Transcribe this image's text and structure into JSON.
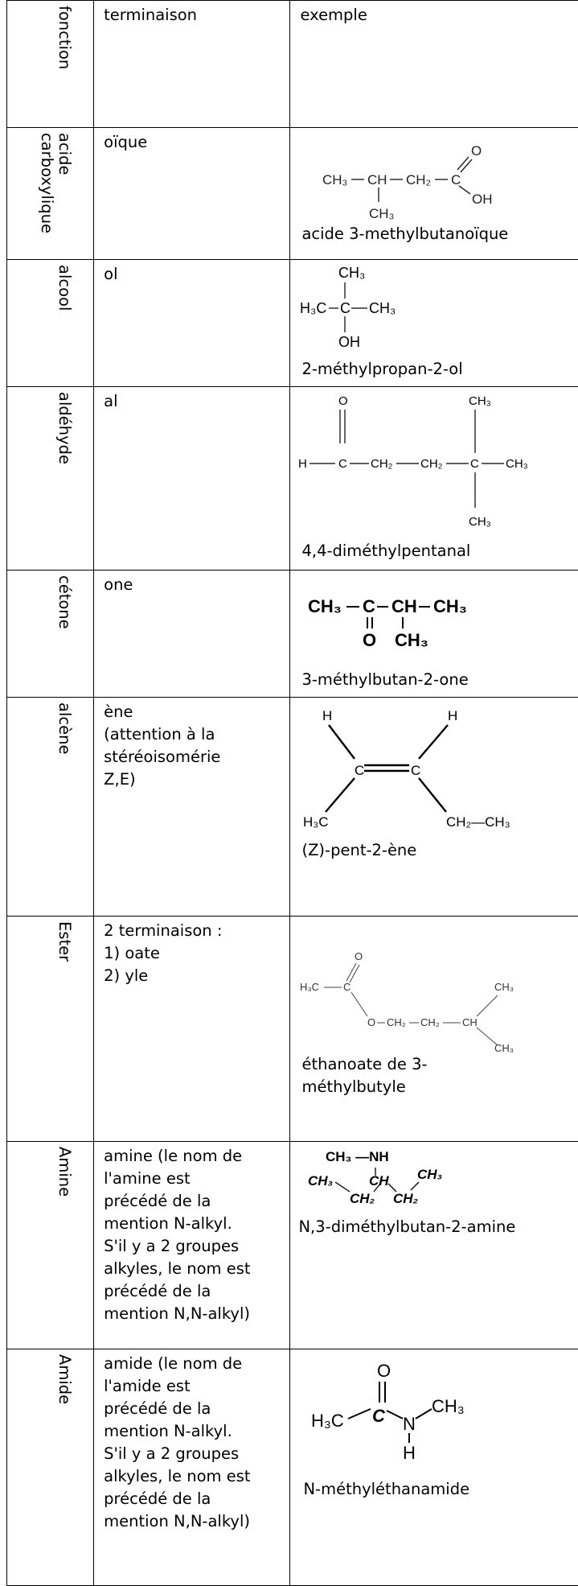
{
  "header": {
    "fonction": "fonction",
    "terminaison": "terminaison",
    "exemple": "exemple"
  },
  "rows": [
    {
      "fonction": "acide\ncarboxylique",
      "terminaison": "oïque",
      "example_name": "acide 3-methylbutanoïque"
    },
    {
      "fonction": "alcool",
      "terminaison": "ol",
      "example_name": "2-méthylpropan-2-ol"
    },
    {
      "fonction": "aldéhyde",
      "terminaison": "al",
      "example_name": "4,4-diméthylpentanal"
    },
    {
      "fonction": "cétone",
      "terminaison": "one",
      "example_name": "3-méthylbutan-2-one"
    },
    {
      "fonction": "alcène",
      "terminaison": "ène\n(attention à la\nstéréoisomérie\nZ,E)",
      "example_name": "(Z)-pent-2-ène"
    },
    {
      "fonction": "Ester",
      "terminaison": "2 terminaison :\n1) oate\n2) yle",
      "example_name": "éthanoate de 3-\nméthylbutyle"
    },
    {
      "fonction": "Amine",
      "terminaison": "amine (le nom de\nl'amine est\nprécédé de la\nmention N-alkyl.\nS'il y a 2 groupes\nalkyles, le nom est\nprécédé de la\nmention N,N-alkyl)",
      "example_name": "N,3-diméthylbutan-2-amine"
    },
    {
      "fonction": "Amide",
      "terminaison": "amide (le nom de\nl'amide est\nprécédé de la\nmention N-alkyl.\nS'il y a 2 groupes\nalkyles, le nom est\nprécédé de la\nmention N,N-alkyl)",
      "example_name": "N-méthyléthanamide"
    }
  ]
}
